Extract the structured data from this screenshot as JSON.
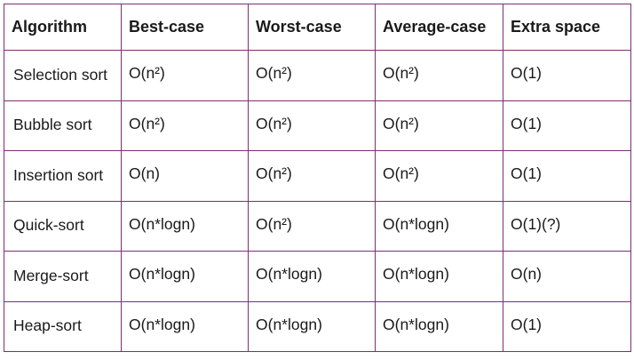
{
  "table": {
    "headers": [
      "Algorithm",
      "Best-case",
      "Worst-case",
      "Average-case",
      "Extra space"
    ],
    "rows": [
      [
        "Selection sort",
        "O(n²)",
        "O(n²)",
        "O(n²)",
        "O(1)"
      ],
      [
        "Bubble sort",
        "O(n²)",
        "O(n²)",
        "O(n²)",
        "O(1)"
      ],
      [
        "Insertion sort",
        "O(n)",
        "O(n²)",
        "O(n²)",
        "O(1)"
      ],
      [
        "Quick-sort",
        "O(n*logn)",
        "O(n²)",
        "O(n*logn)",
        "O(1)(?)"
      ],
      [
        "Merge-sort",
        "O(n*logn)",
        "O(n*logn)",
        "O(n*logn)",
        "O(n)"
      ],
      [
        "Heap-sort",
        "O(n*logn)",
        "O(n*logn)",
        "O(n*logn)",
        "O(1)"
      ]
    ]
  },
  "colors": {
    "border": "#7d2f73",
    "text": "#1a1a1a",
    "background": "#ffffff"
  }
}
